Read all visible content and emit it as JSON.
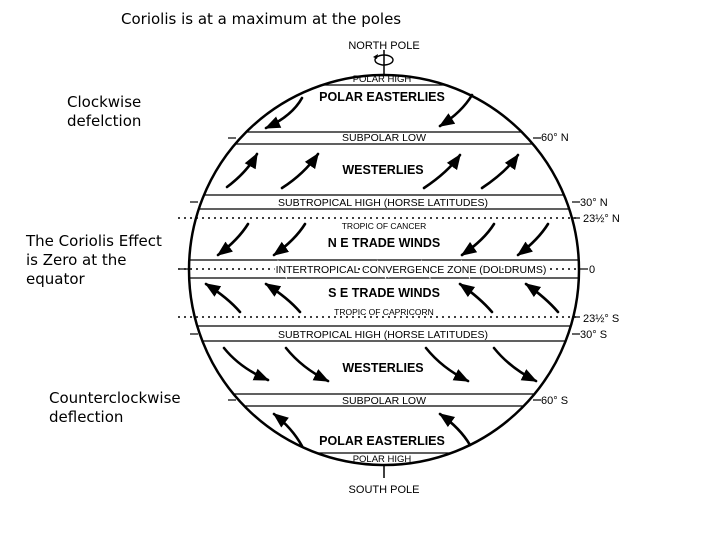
{
  "notes": {
    "top": "Coriolis is at a maximum at the poles",
    "clockwise": [
      "Clockwise",
      "defelction"
    ],
    "equator": [
      "The Coriolis Effect",
      "is Zero at the",
      "equator"
    ],
    "counterclockwise": [
      "Counterclockwise",
      "deflection"
    ]
  },
  "globe": {
    "north_pole": "NORTH POLE",
    "south_pole": "SOUTH POLE",
    "zones": {
      "polar_high_n": "POLAR HIGH",
      "polar_easterlies_n": "POLAR EASTERLIES",
      "subpolar_low_n": "SUBPOLAR LOW",
      "westerlies_n": "WESTERLIES",
      "subtropical_high_n": "SUBTROPICAL HIGH (HORSE LATITUDES)",
      "tropic_cancer": "TROPIC OF CANCER",
      "ne_trades": "N E TRADE WINDS",
      "itcz": "INTERTROPICAL CONVERGENCE ZONE (DOLDRUMS)",
      "se_trades": "S E TRADE WINDS",
      "tropic_capricorn": "TROPIC OF CAPRICORN",
      "subtropical_high_s": "SUBTROPICAL HIGH (HORSE LATITUDES)",
      "westerlies_s": "WESTERLIES",
      "subpolar_low_s": "SUBPOLAR LOW",
      "polar_easterlies_s": "POLAR EASTERLIES",
      "polar_high_s": "POLAR HIGH"
    },
    "latitudes": {
      "n60": "60° N",
      "n30": "30° N",
      "n23": "23½° N",
      "eq": "0",
      "s23": "23½° S",
      "s30": "30° S",
      "s60": "60° S"
    }
  }
}
